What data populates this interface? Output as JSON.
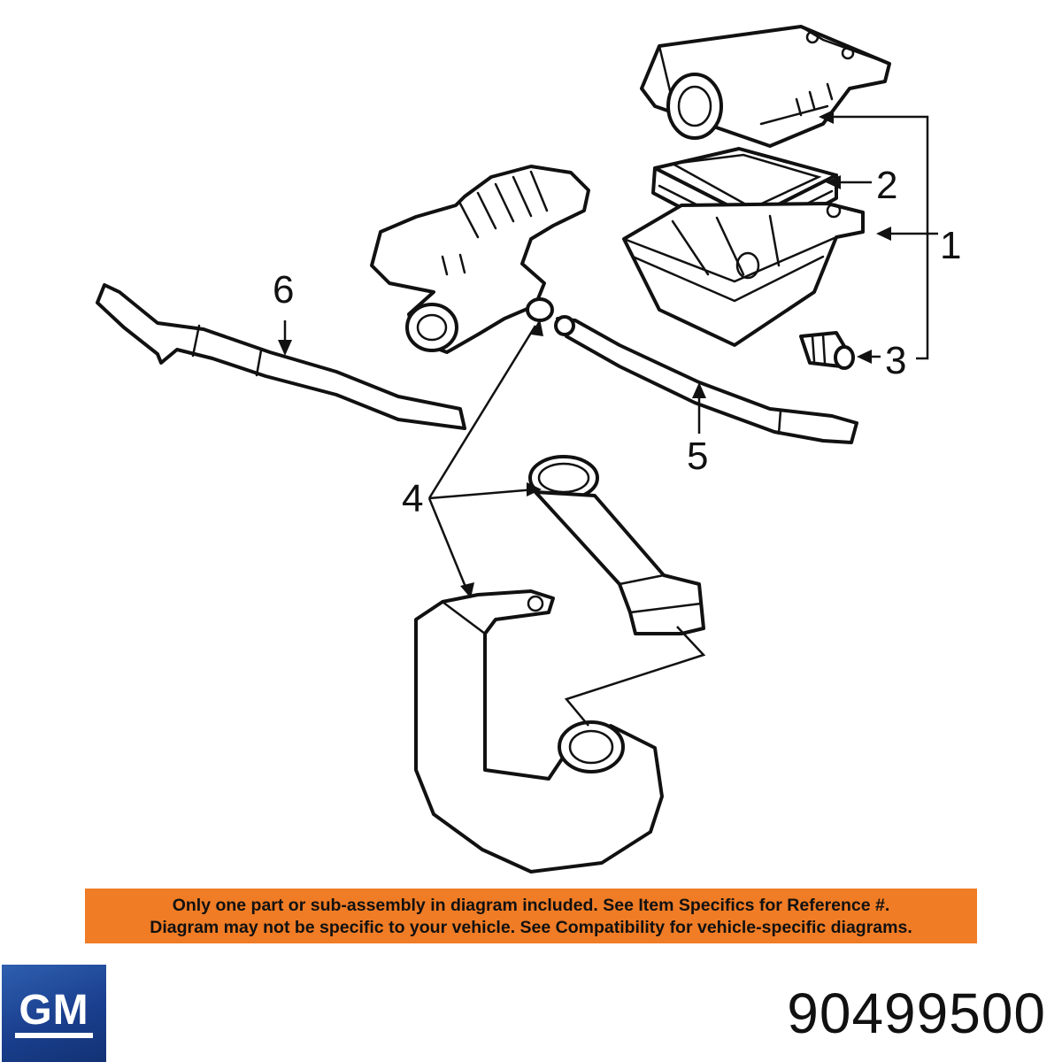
{
  "diagram": {
    "callouts": [
      {
        "id": "1",
        "label": "1"
      },
      {
        "id": "2",
        "label": "2"
      },
      {
        "id": "3",
        "label": "3"
      },
      {
        "id": "4",
        "label": "4"
      },
      {
        "id": "5",
        "label": "5"
      },
      {
        "id": "6",
        "label": "6"
      }
    ]
  },
  "notice": {
    "line1": "Only one part or sub-assembly in diagram included. See Item Specifics for Reference #.",
    "line2": "Diagram may not be specific to your vehicle. See Compatibility for vehicle-specific diagrams."
  },
  "brand": {
    "logo_text": "GM",
    "logo_color": "#1a3f8e"
  },
  "part_number": "90499500",
  "colors": {
    "notice_background": "#f07c25",
    "line_art": "#111111"
  }
}
